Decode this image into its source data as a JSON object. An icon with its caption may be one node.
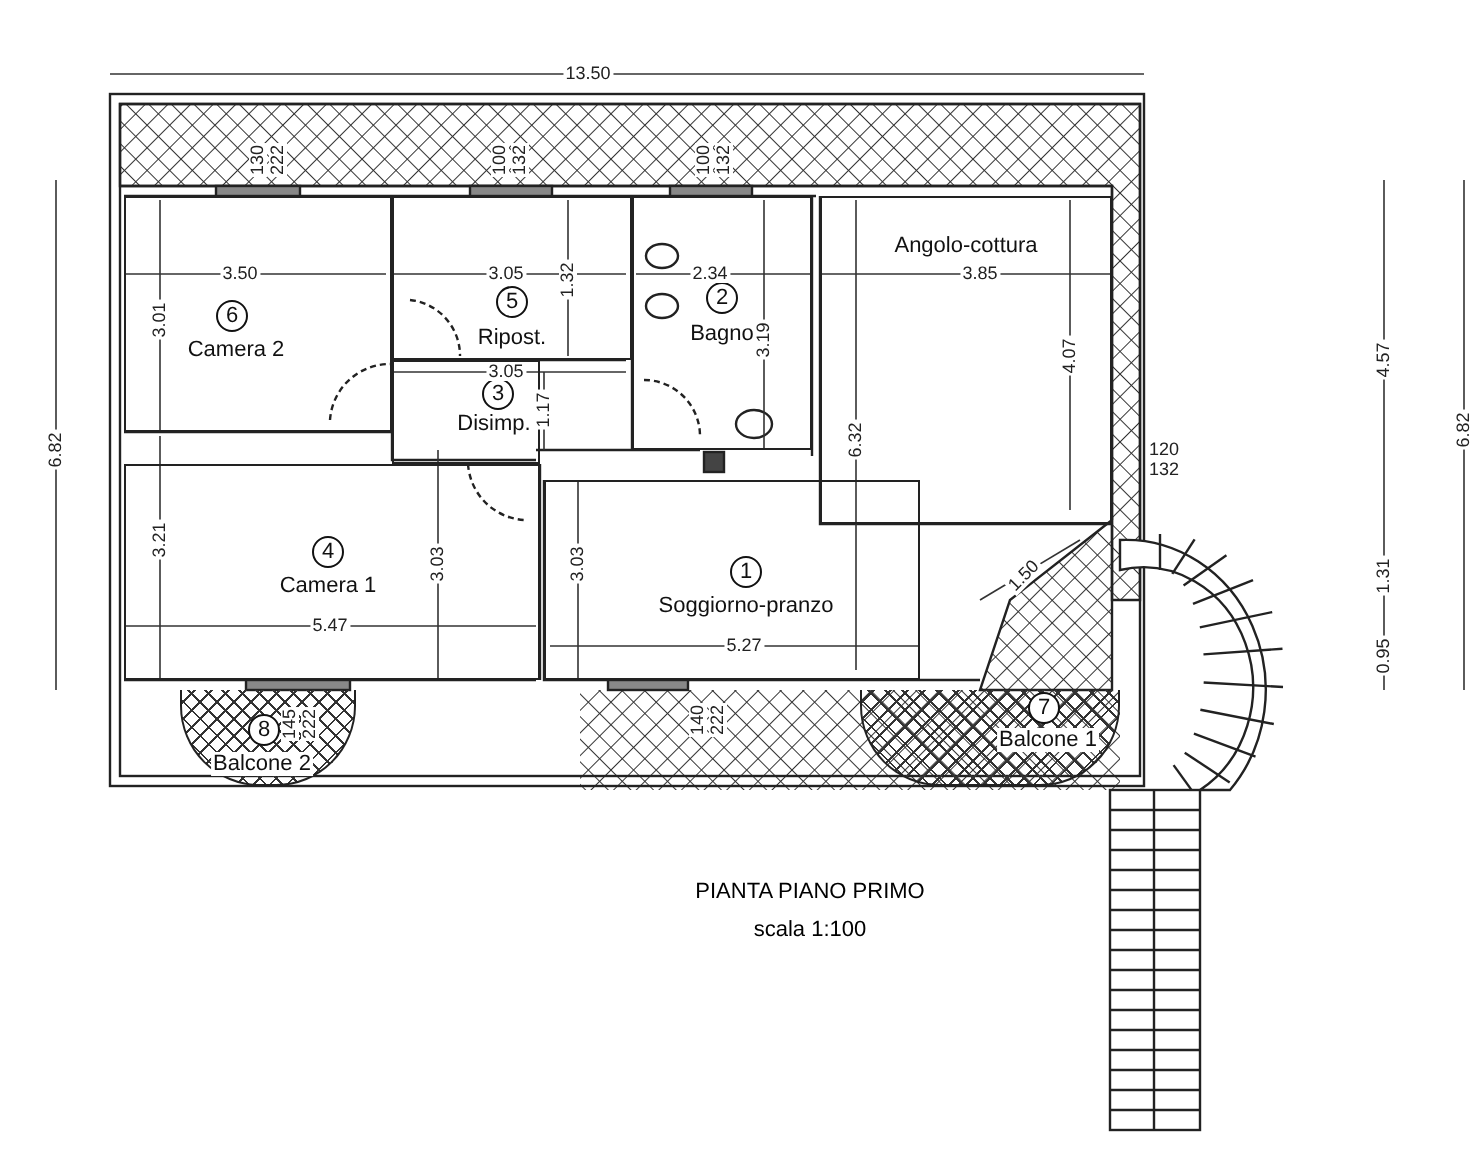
{
  "diagram": {
    "title": "PIANTA PIANO PRIMO",
    "caption": "scala 1:100",
    "nodes": [
      {
        "text": [
          "1",
          "Soggiorno-pranzo"
        ]
      },
      {
        "text": [
          "2",
          "Bagno"
        ]
      },
      {
        "text": [
          "3",
          "Disimp."
        ]
      },
      {
        "text": [
          "4",
          "Camera 1"
        ]
      },
      {
        "text": [
          "5",
          "Ripost."
        ]
      },
      {
        "text": [
          "6",
          "Camera 2"
        ]
      },
      {
        "text": [
          "7",
          "Balcone 1"
        ]
      },
      {
        "text": [
          "8",
          "Balcone 2"
        ]
      },
      {
        "text": [
          "Angolo-cottura"
        ]
      }
    ],
    "labels": [
      "13.50",
      "6.82",
      "130",
      "222",
      "100",
      "132",
      "100",
      "132",
      "3.50",
      "3.05",
      "1.32",
      "2.34",
      "3.85",
      "4.57",
      "6.82",
      "3.01",
      "3.19",
      "4.07",
      "3.05",
      "1.17",
      "6.32",
      "120",
      "132",
      "3.21",
      "3.03",
      "3.03",
      "1.50",
      "1.31",
      "5.47",
      "5.27",
      "0.95",
      "145",
      "222",
      "140",
      "222"
    ]
  }
}
